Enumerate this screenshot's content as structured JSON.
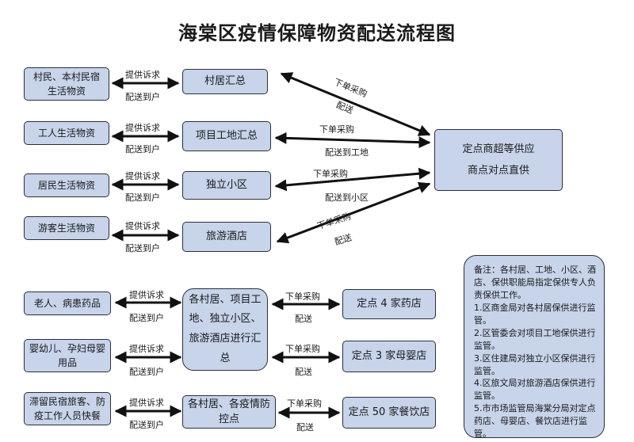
{
  "title": "海棠区疫情保障物资配送流程图",
  "sources": [
    "村民、本村民宿生活物资",
    "工人生活物资",
    "居民生活物资",
    "游客生活物资",
    "老人、病患药品",
    "婴幼儿、孕妇母婴用品",
    "滞留民宿旅客、防疫工作人员快餐"
  ],
  "hubs": {
    "village": "村居汇总",
    "project": "项目工地汇总",
    "community": "独立小区",
    "hotel": "旅游酒店",
    "summary": "各村居、项目工地、独立小区、旅游酒店进行汇总",
    "epidemic": "各村居、各疫情防控点"
  },
  "suppliers": {
    "main_line1": "定点商超等供应",
    "main_line2": "商点对点直供",
    "pharmacy": "定点 4 家药店",
    "maternal": "定点 3 家母婴店",
    "restaurant": "定点 50 家餐饮店"
  },
  "labels": {
    "request": "提供诉求",
    "deliver_home": "配送到户",
    "order": "下单采购",
    "deliver": "配送",
    "deliver_site": "配送到工地",
    "deliver_community": "配送到小区"
  },
  "note": {
    "intro": "备注：各村居、工地、小区、酒店、保供职能局指定保供专人负责保供工作。",
    "items": [
      "1.区商金局对各村居保供进行监管。",
      "2.区管委会对项目工地保供进行监管。",
      "3.区住建局对独立小区保供进行监管。",
      "4.区旅文局对旅游酒店保供进行监管。",
      "5.市市场监管局海棠分局对定点药店、母婴店、餐饮店进行监管。"
    ]
  }
}
